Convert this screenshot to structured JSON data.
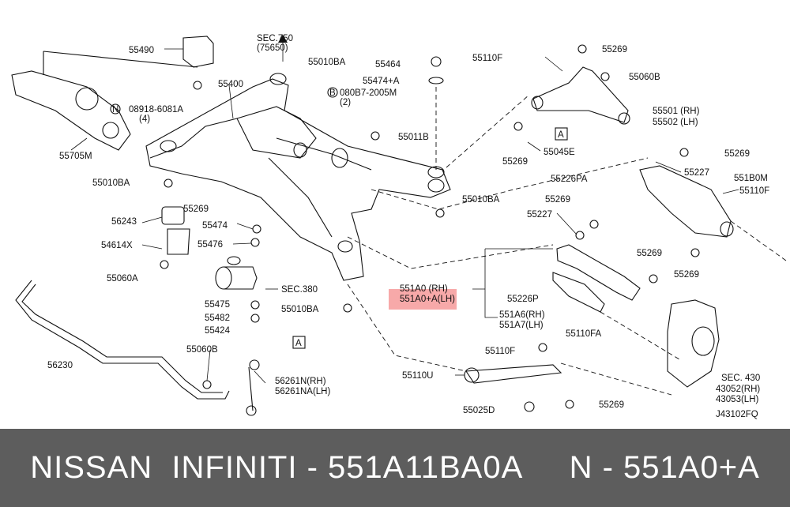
{
  "diagram": {
    "labels": [
      "55490",
      "55400",
      "55010BA",
      "SEC.750",
      "(75650)",
      "55464",
      "55474+A",
      "55110F",
      "55269",
      "55060B",
      "08918-6081A",
      "(4)",
      "080B7-2005M",
      "(2)",
      "55705M",
      "55011B",
      "55501 (RH)",
      "55502 (LH)",
      "A",
      "55045E",
      "55269",
      "55269",
      "55010BA",
      "55227",
      "55226PA",
      "551B0M",
      "55110F",
      "55269",
      "55227",
      "55010BA",
      "56243",
      "55269",
      "55474",
      "54614X",
      "55476",
      "55060A",
      "SEC.380",
      "55475",
      "55482",
      "55424",
      "55010BA",
      "551A0 (RH)",
      "551A0+A(LH)",
      "55226P",
      "551A6(RH)",
      "551A7(LH)",
      "55110FA",
      "55269",
      "55269",
      "55060B",
      "56230",
      "A",
      "56261N(RH)",
      "56261NA(LH)",
      "55110F",
      "55110U",
      "55269",
      "55025D",
      "SEC. 430",
      "43052(RH)",
      "43053(LH)",
      "J43102FQ",
      "B",
      "N"
    ]
  },
  "footer": {
    "text": "NISSAN  INFINITI - 551A11BA0A     N - 551A0+A"
  },
  "colors": {
    "highlight": "#f48c8c",
    "footer_bg": "#5d5d5d",
    "ink": "#111111"
  }
}
